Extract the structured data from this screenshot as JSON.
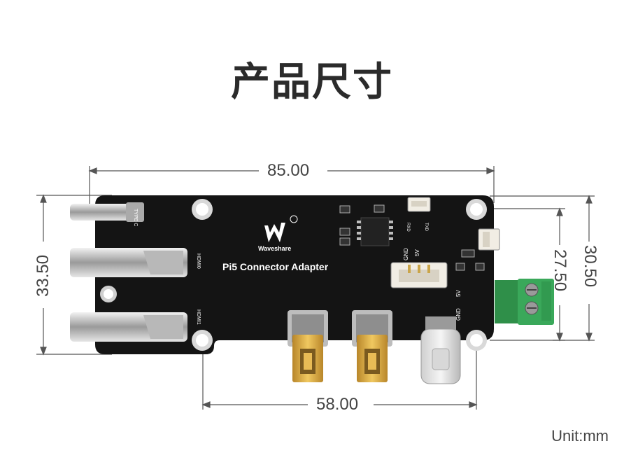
{
  "title": "产品尺寸",
  "dimensions": {
    "top_width": "85.00",
    "bottom_width": "58.00",
    "left_height": "33.50",
    "right_inner_height": "27.50",
    "right_outer_height": "30.50"
  },
  "board": {
    "name": "Pi5 Connector Adapter",
    "brand": "Waveshare",
    "silk_type_c": "TYPE C",
    "silk_hdmi0": "HDMI0",
    "silk_hdmi1": "HDMI1",
    "silk_gnd": "GND",
    "silk_5v": "5V",
    "silk_rxd": "RXD",
    "silk_txd": "TXD",
    "silk_5v_right": "5V",
    "silk_gnd_right": "GND"
  },
  "unit_label": "Unit:mm",
  "colors": {
    "board": "#141414",
    "gold": "#d4a23a",
    "terminal": "#3aa85a",
    "silver": "#c8c8c8"
  }
}
